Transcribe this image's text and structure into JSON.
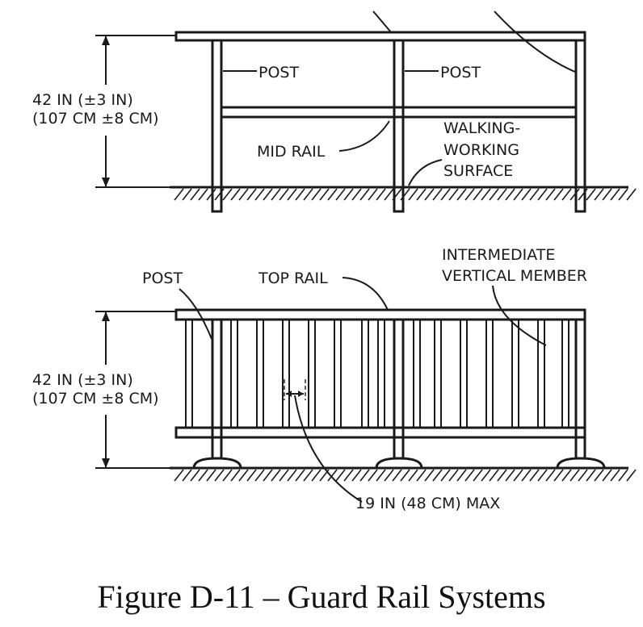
{
  "top_figure": {
    "height_label_line1": "42 IN (±3 IN)",
    "height_label_line2": "(107 CM ±8 CM)",
    "post_label_left": "POST",
    "post_label_right": "POST",
    "mid_rail_label": "MID RAIL",
    "surface_label_line1": "WALKING-",
    "surface_label_line2": "WORKING",
    "surface_label_line3": "SURFACE"
  },
  "bottom_figure": {
    "height_label_line1": "42 IN (±3 IN)",
    "height_label_line2": "(107 CM ±8 CM)",
    "post_label": "POST",
    "top_rail_label": "TOP RAIL",
    "intermediate_label_line1": "INTERMEDIATE",
    "intermediate_label_line2": "VERTICAL MEMBER",
    "spacing_label": "19 IN (48 CM) MAX"
  },
  "caption": "Figure D-11 – Guard Rail Systems"
}
